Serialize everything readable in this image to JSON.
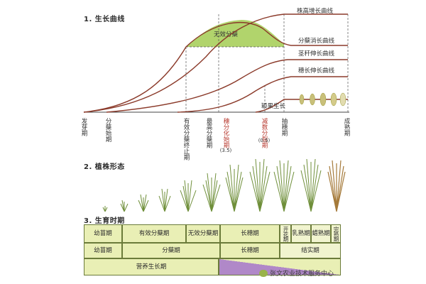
{
  "section1": {
    "title": "1. 生长曲线",
    "curves": [
      "株高增长曲线",
      "分蘖消长曲线",
      "茎秆伸长曲线",
      "穗长伸长曲线",
      "颖果生长"
    ],
    "peak_label": "无效分蘖"
  },
  "stages": [
    {
      "label": "发芽期",
      "color": "#333333"
    },
    {
      "label": "分蘖始期",
      "color": "#333333"
    },
    {
      "label": "有效分蘖终止期",
      "color": "#333333"
    },
    {
      "label": "最高分蘖期",
      "color": "#333333"
    },
    {
      "label": "穗分化始期",
      "color": "#b83a2f",
      "note": "(3.5)"
    },
    {
      "label": "减数分裂期",
      "color": "#b83a2f",
      "note": "(0.5)"
    },
    {
      "label": "抽穗期",
      "color": "#333333"
    },
    {
      "label": "成熟期",
      "color": "#333333"
    }
  ],
  "section2": {
    "title": "2. 植株形态"
  },
  "section3": {
    "title": "3. 生育时期",
    "row1": [
      "幼苗期",
      "有效分蘖期",
      "无效分蘖期",
      "长穗期",
      "开花期",
      "乳熟期",
      "蜡熟期",
      "完熟期"
    ],
    "row2": [
      "幼苗期",
      "分蘖期",
      "长穗期",
      "结实期"
    ],
    "row3": [
      "营养生长期"
    ]
  },
  "watermark": "张文农业技术服务中心",
  "colors": {
    "curve": "#8b3a2a",
    "fill_peak": "#a9cf5c",
    "table_fill": "#e9efb5",
    "purple": "#b088c8"
  }
}
